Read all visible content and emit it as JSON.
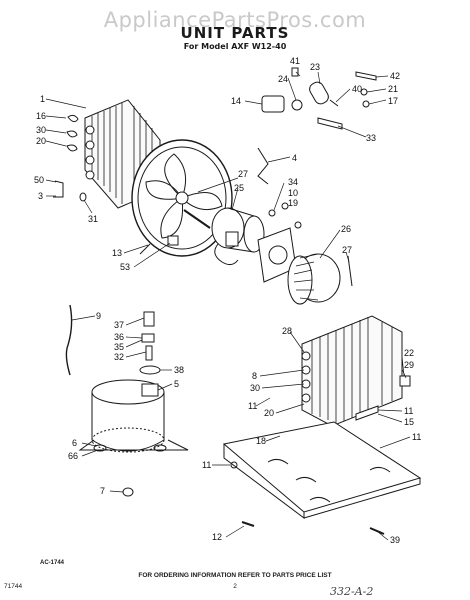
{
  "watermark": "AppliancePartsPros.com",
  "title": "UNIT PARTS",
  "subtitle": "For Model AXF W12-40",
  "figure_code": "AC-1744",
  "footer_left": "71744",
  "footer_note": "FOR ORDERING INFORMATION REFER TO PARTS PRICE LIST",
  "page_number": "2",
  "handwritten": "332-A-2",
  "callouts": [
    "1",
    "16",
    "30",
    "20",
    "50",
    "3",
    "31",
    "13",
    "53",
    "27",
    "25",
    "41",
    "23",
    "42",
    "24",
    "40",
    "21",
    "17",
    "14",
    "33",
    "4",
    "34",
    "10",
    "19",
    "26",
    "27",
    "9",
    "37",
    "36",
    "35",
    "32",
    "38",
    "5",
    "6",
    "66",
    "7",
    "28",
    "8",
    "30",
    "11",
    "20",
    "22",
    "29",
    "11",
    "15",
    "11",
    "18",
    "11",
    "12",
    "39"
  ]
}
